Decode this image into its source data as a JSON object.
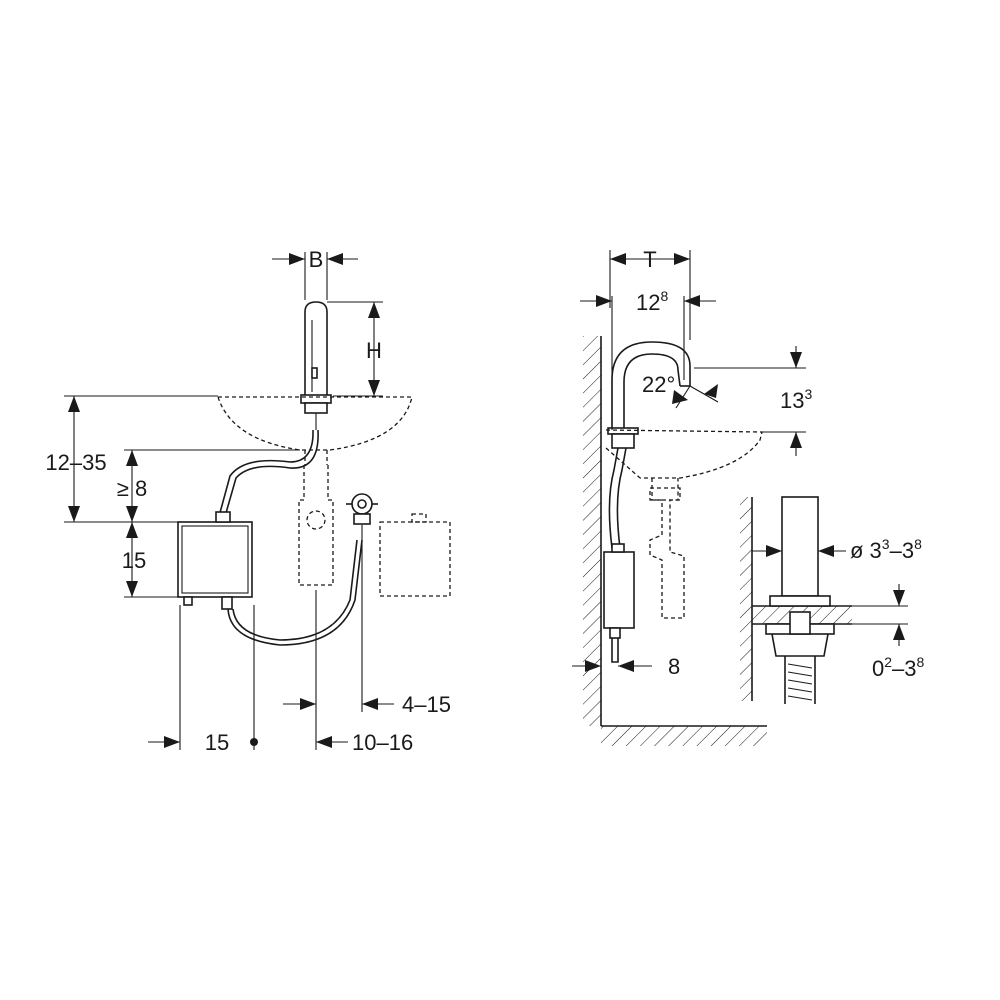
{
  "labels": {
    "width": "B",
    "height": "H",
    "basin_range": "12–35",
    "min_clearance": "≥ 8",
    "box_height": "15",
    "box_width": "15",
    "offset_a": "4–15",
    "offset_b": "10–16",
    "depth": "T",
    "reach_base": "12",
    "reach_sup": "8",
    "angle": "22°",
    "spout_base": "13",
    "spout_sup": "3",
    "wall_gap": "8",
    "diam_prefix": "ø 3",
    "diam_sup1": "3",
    "diam_mid": "–3",
    "diam_sup2": "8",
    "thick_base": "0",
    "thick_sup1": "2",
    "thick_mid": "–3",
    "thick_sup2": "8"
  }
}
